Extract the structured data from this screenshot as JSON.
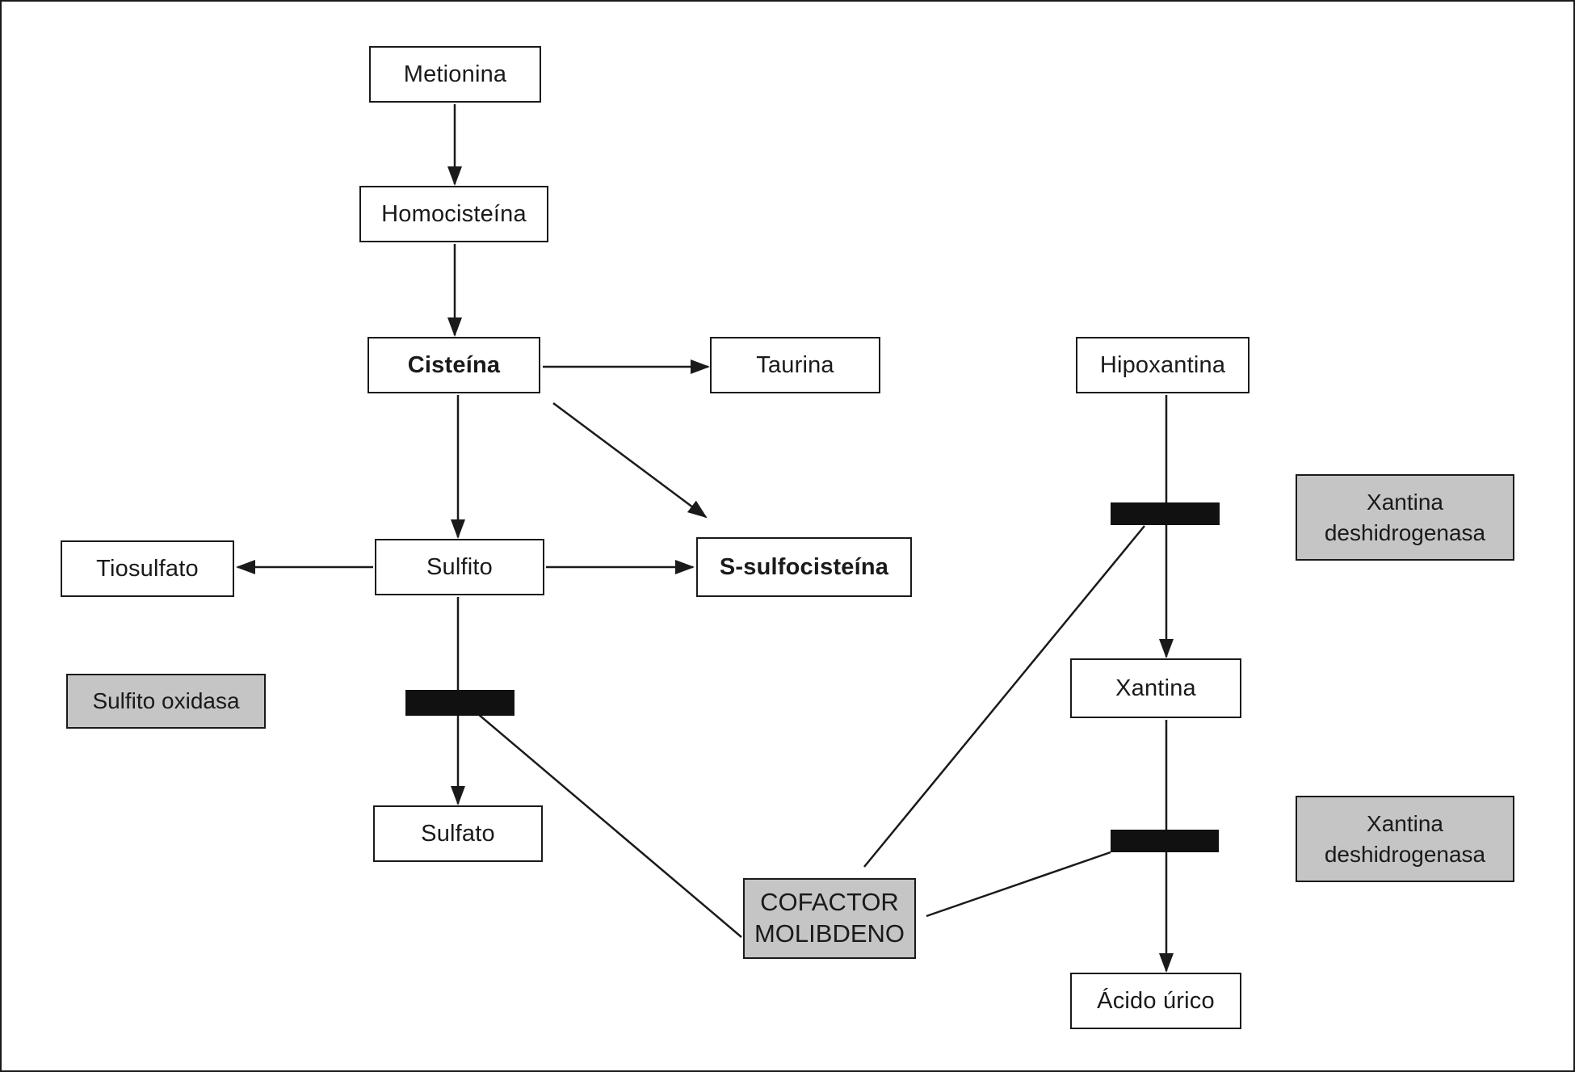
{
  "diagram": {
    "colors": {
      "background": "#ffffff",
      "line_and_border": "#1a1a1a",
      "enzyme_box_fill": "#c5c5c5",
      "blocker_bar_fill": "#111111"
    },
    "nodes": {
      "metionina": {
        "label": "Metionina"
      },
      "homocisteina": {
        "label": "Homocisteína"
      },
      "cisteina": {
        "label": "Cisteína"
      },
      "taurina": {
        "label": "Taurina"
      },
      "hipoxantina": {
        "label": "Hipoxantina"
      },
      "tiosulfato": {
        "label": "Tiosulfato"
      },
      "sulfito": {
        "label": "Sulfito"
      },
      "s_sulfocisteina": {
        "label": "S-sulfocisteína"
      },
      "xantina": {
        "label": "Xantina"
      },
      "sulfato": {
        "label": "Sulfato"
      },
      "acido_urico": {
        "label": "Ácido úrico"
      }
    },
    "enzymes": {
      "sulfito_oxidasa": {
        "label": "Sulfito oxidasa"
      },
      "xantina_deshidrogenasa_superior": {
        "line1": "Xantina",
        "line2": "deshidrogenasa"
      },
      "xantina_deshidrogenasa_inferior": {
        "line1": "Xantina",
        "line2": "deshidrogenasa"
      },
      "cofactor_molibdeno": {
        "line1": "COFACTOR",
        "line2": "MOLIBDENO"
      }
    },
    "edges": [
      {
        "from": "Metionina",
        "to": "Homocisteína",
        "type": "arrow"
      },
      {
        "from": "Homocisteína",
        "to": "Cisteína",
        "type": "arrow"
      },
      {
        "from": "Cisteína",
        "to": "Taurina",
        "type": "arrow"
      },
      {
        "from": "Cisteína",
        "to": "Sulfito",
        "type": "arrow"
      },
      {
        "from": "Cisteína",
        "to": "S-sulfocisteína",
        "type": "arrow"
      },
      {
        "from": "Sulfito",
        "to": "Tiosulfato",
        "type": "arrow"
      },
      {
        "from": "Sulfito",
        "to": "S-sulfocisteína",
        "type": "arrow"
      },
      {
        "from": "Sulfito",
        "to": "Sulfato",
        "type": "arrow-through-bar"
      },
      {
        "from": "Hipoxantina",
        "to": "Xantina",
        "type": "arrow-through-bar"
      },
      {
        "from": "Xantina",
        "to": "Ácido úrico",
        "type": "arrow-through-bar"
      },
      {
        "from": "Cofactor molibdeno",
        "to": "barra sulfito oxidasa",
        "type": "line"
      },
      {
        "from": "Cofactor molibdeno",
        "to": "barra xantina deshidrogenasa superior",
        "type": "line"
      },
      {
        "from": "Cofactor molibdeno",
        "to": "barra xantina deshidrogenasa inferior",
        "type": "line"
      }
    ]
  }
}
